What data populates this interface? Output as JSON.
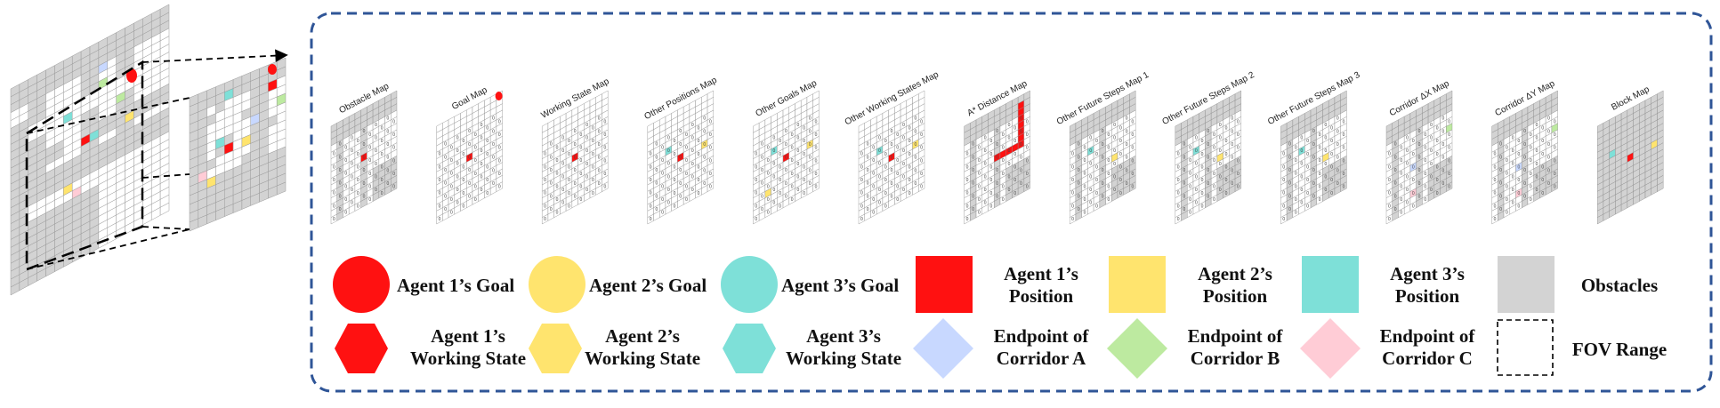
{
  "maps": [
    {
      "title": "Obstacle Map",
      "kind": "obstacle"
    },
    {
      "title": "Goal Map",
      "kind": "goal"
    },
    {
      "title": "Working State Map",
      "kind": "working"
    },
    {
      "title": "Other Positions Map",
      "kind": "otherpos"
    },
    {
      "title": "Other Goals Map",
      "kind": "othergoals"
    },
    {
      "title": "Other Working States Map",
      "kind": "otherwork"
    },
    {
      "title": "A* Distance Map",
      "kind": "distance"
    },
    {
      "title": "Other Future Steps Map 1",
      "kind": "future1"
    },
    {
      "title": "Other Future Steps Map 2",
      "kind": "future2"
    },
    {
      "title": "Other Future Steps Map 3",
      "kind": "future3"
    },
    {
      "title": "Corridor ΔX Map",
      "kind": "corrx"
    },
    {
      "title": "Corridor ΔY Map",
      "kind": "corry"
    },
    {
      "title": "Block Map",
      "kind": "block"
    }
  ],
  "legend": {
    "agent1_goal": "Agent 1’s Goal",
    "agent2_goal": "Agent 2’s Goal",
    "agent3_goal": "Agent 3’s Goal",
    "agent1_position": [
      "Agent 1’s",
      "Position"
    ],
    "agent2_position": [
      "Agent 2’s",
      "Position"
    ],
    "agent3_position": [
      "Agent 3’s",
      "Position"
    ],
    "obstacles": "Obstacles",
    "agent1_working": [
      "Agent 1’s",
      "Working State"
    ],
    "agent2_working": [
      "Agent 2’s",
      "Working State"
    ],
    "agent3_working": [
      "Agent 3’s",
      "Working State"
    ],
    "corridor_a": [
      "Endpoint of",
      "Corridor A"
    ],
    "corridor_b": [
      "Endpoint of",
      "Corridor B"
    ],
    "corridor_c": [
      "Endpoint of",
      "Corridor C"
    ],
    "fov": "FOV Range"
  },
  "colors": {
    "agent1": "#ff1111",
    "agent2": "#ffe46e",
    "agent3": "#7ee0d8",
    "obstacle": "#d3d3d3",
    "corridor_a": "#c8d8ff",
    "corridor_b": "#bdeaa0",
    "corridor_c": "#ffccd6",
    "frame": "#2f5597"
  }
}
